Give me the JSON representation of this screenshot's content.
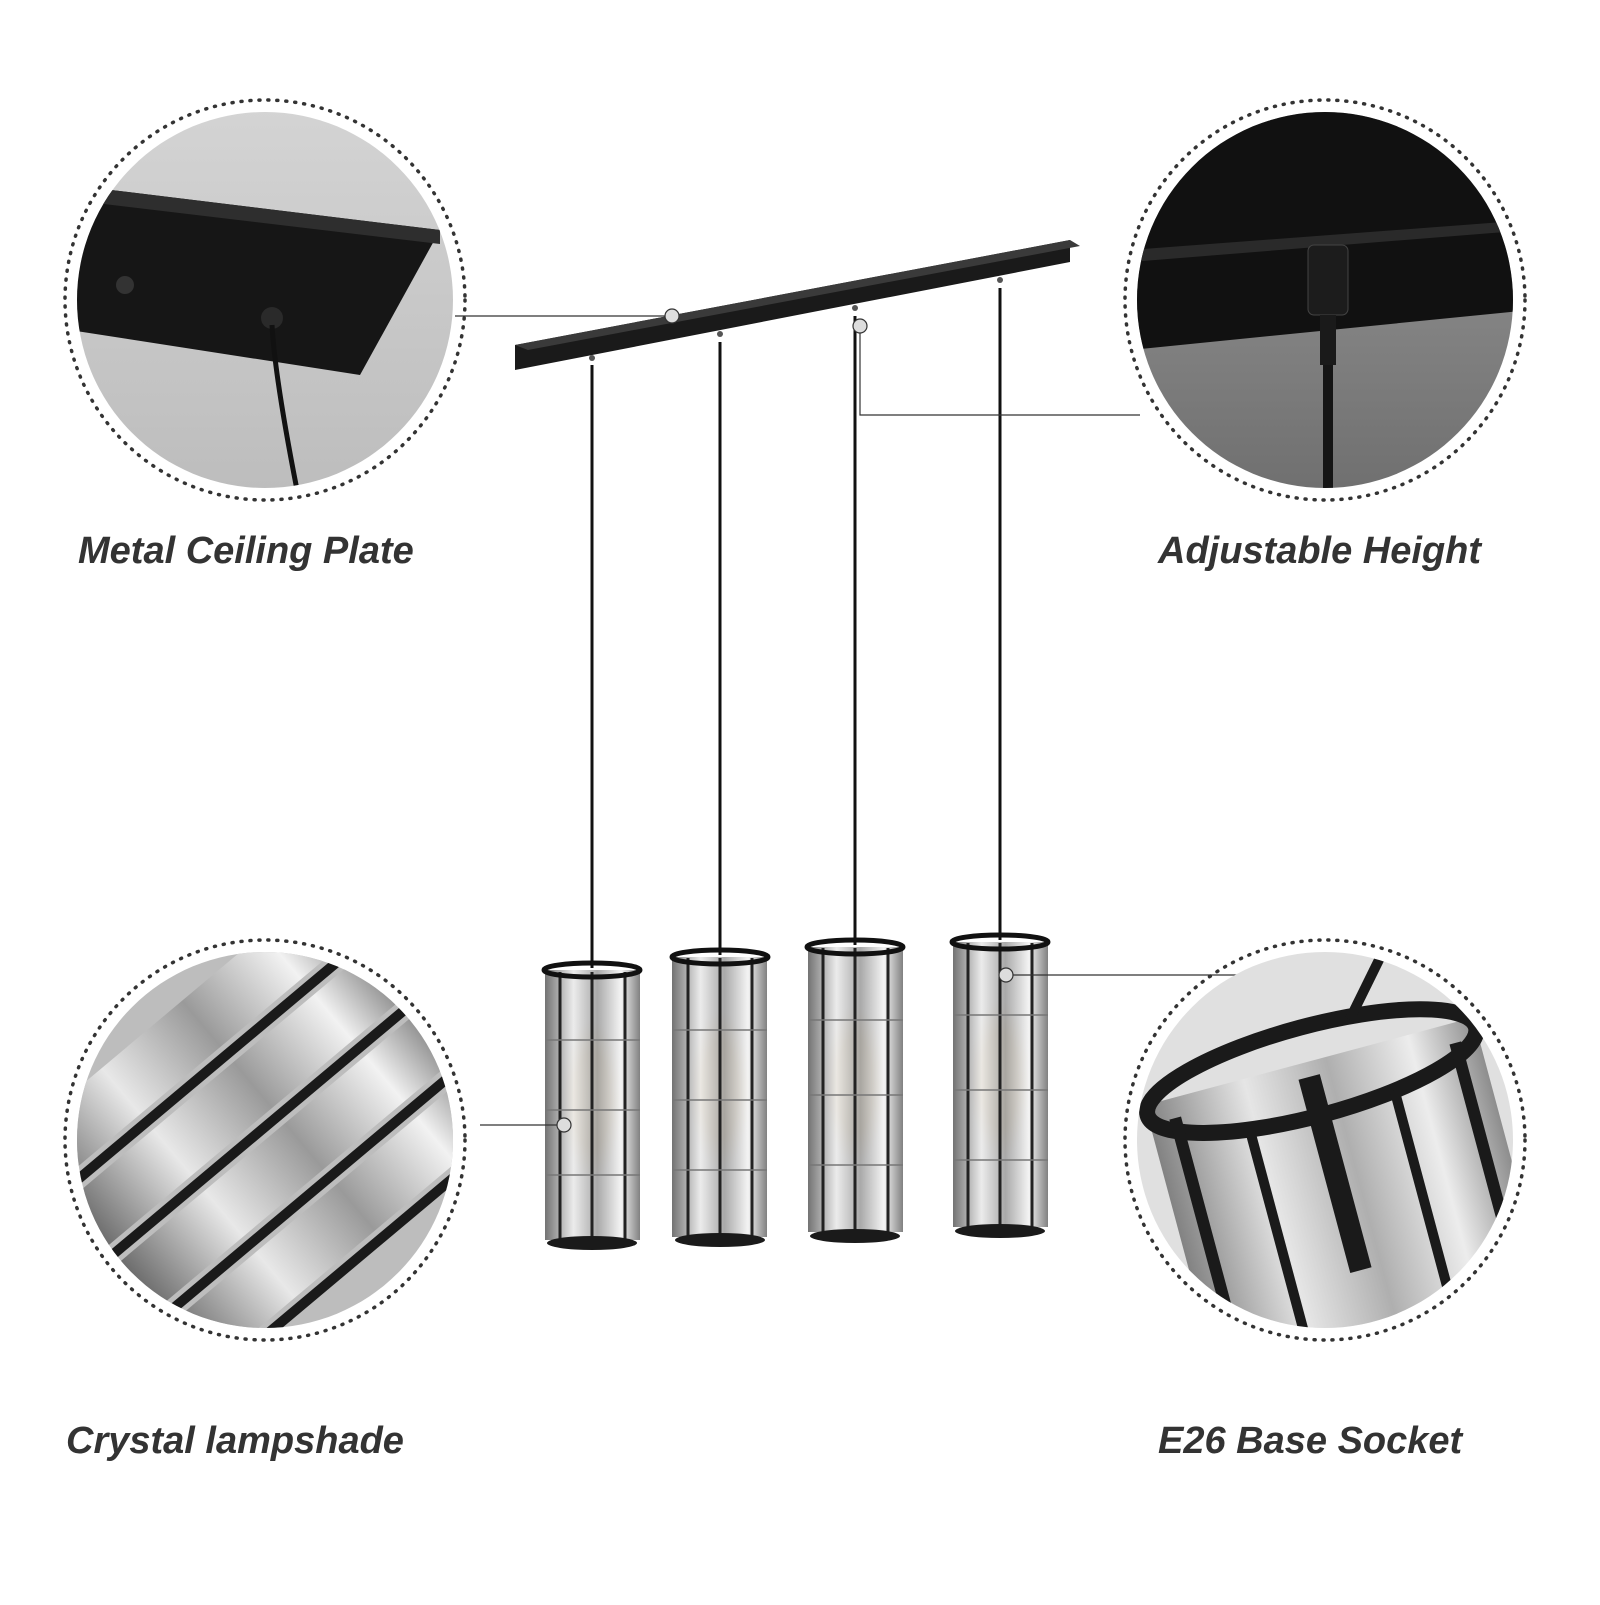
{
  "callouts": {
    "top_left": "Metal Ceiling Plate",
    "top_right": "Adjustable Height",
    "bottom_left": "Crystal lampshade",
    "bottom_right": "E26 Base Socket"
  },
  "colors": {
    "fixture_black": "#1a1a1a",
    "label_text": "#333333",
    "dotted_ring": "#333333",
    "crystal_light": "#d9d9d9",
    "warm_glow": "#f4d6a0"
  }
}
